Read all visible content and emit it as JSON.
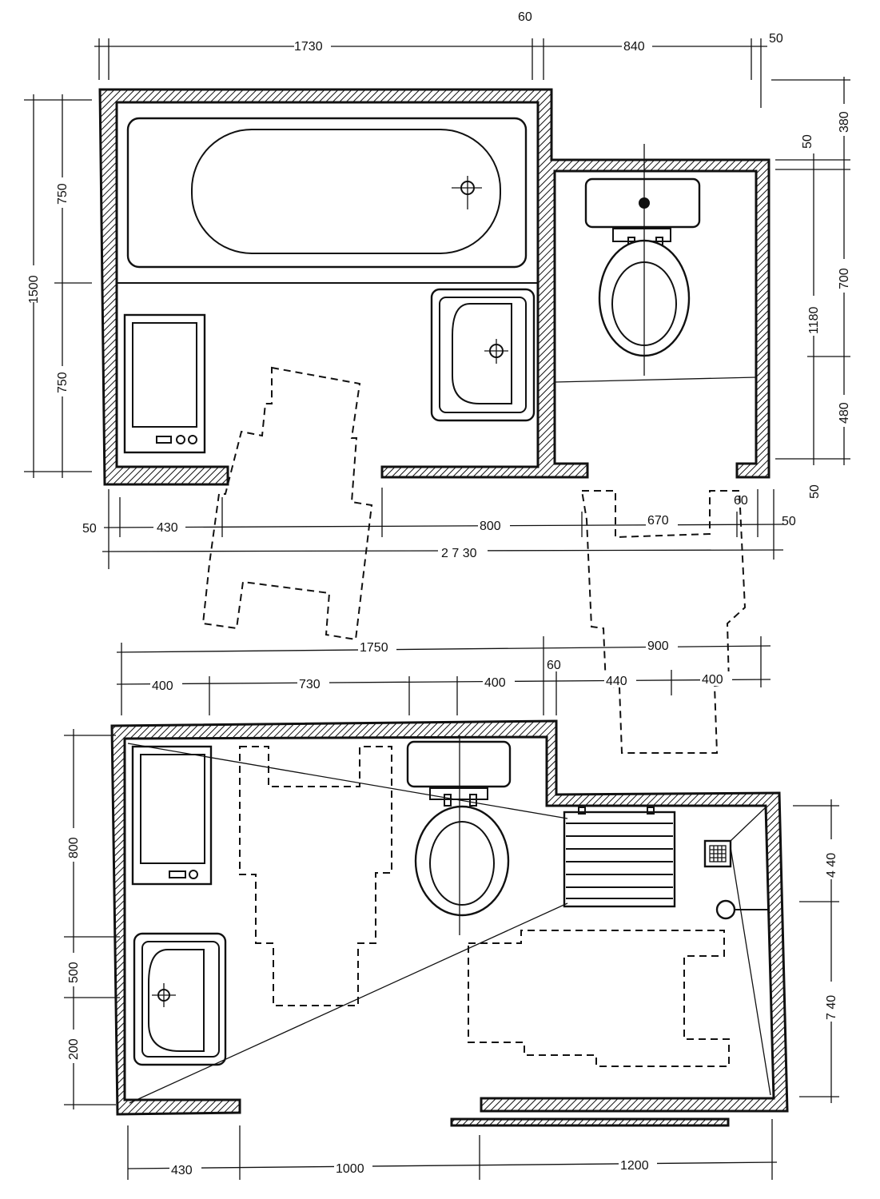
{
  "plan_top": {
    "dims_top": {
      "a": "1730",
      "b": "60",
      "c": "840",
      "d": "50"
    },
    "dims_left": {
      "total": "1500",
      "upper": "750",
      "lower": "750"
    },
    "dims_right": {
      "a": "380",
      "b": "50",
      "c": "1180",
      "d": "700",
      "e": "480",
      "f": "50"
    },
    "dims_bottom": {
      "a": "50",
      "b": "430",
      "c": "800",
      "d": "670",
      "e": "60",
      "f": "50",
      "total": "2 7 30"
    }
  },
  "plan_bottom": {
    "dims_top": {
      "total_left": "1750",
      "total_right": "900",
      "a": "400",
      "b": "730",
      "c": "400",
      "d": "60",
      "e": "440",
      "f": "400"
    },
    "dims_left": {
      "a": "800",
      "b": "500",
      "c": "200"
    },
    "dims_right": {
      "a": "4 40",
      "b": "7 40"
    },
    "dims_bottom": {
      "a": "430",
      "b": "1000",
      "c": "1200"
    }
  }
}
